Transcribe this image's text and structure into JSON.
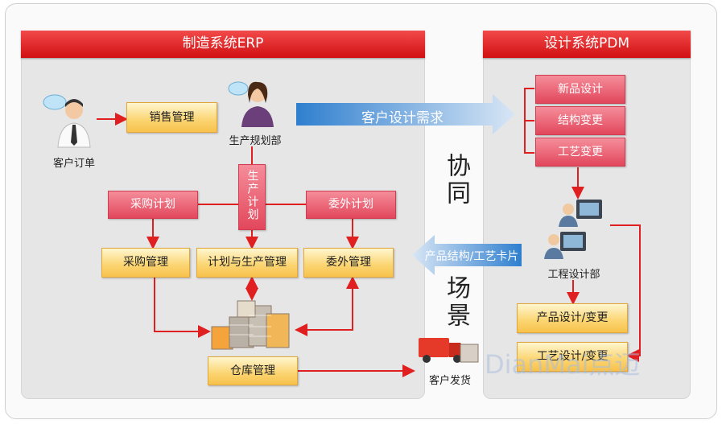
{
  "panels": {
    "erp_title": "制造系统ERP",
    "pdm_title": "设计系统PDM"
  },
  "erp": {
    "customer_order": "客户订单",
    "sales_mgmt": "销售管理",
    "prod_planning_dept": "生产规划部",
    "prod_plan_vertical": "生产计划",
    "purchase_plan": "采购计划",
    "outsource_plan": "委外计划",
    "purchase_mgmt": "采购管理",
    "plan_prod_mgmt": "计划与生产管理",
    "outsource_mgmt": "委外管理",
    "warehouse_mgmt": "仓库管理",
    "customer_delivery": "客户发货"
  },
  "pdm": {
    "new_product_design": "新品设计",
    "structure_change": "结构变更",
    "process_change": "工艺变更",
    "engineering_dept": "工程设计部",
    "product_design_change": "产品设计/变更",
    "process_design_change": "工艺设计/变更"
  },
  "arrows": {
    "customer_design_demand": "客户设计需求",
    "product_structure_card": "产品结构/工艺卡片"
  },
  "center": {
    "line1": "协同",
    "line2": "场景"
  },
  "watermark": "DianMai点迈",
  "colors": {
    "header_red": "#d10f12",
    "connector_red": "#e02020",
    "arrow_blue": "#3f8fd6"
  }
}
